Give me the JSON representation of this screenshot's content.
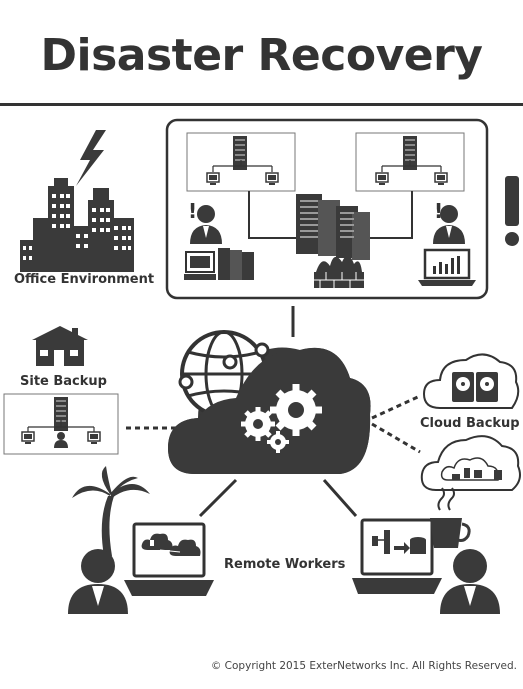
{
  "title": "Disaster Recovery",
  "labels": {
    "office": "Office Environment",
    "site": "Site Backup",
    "cloud": "Cloud Backup",
    "remote": "Remote Workers"
  },
  "copyright": "© Copyright 2015 ExterNetworks Inc. All Rights Reserved.",
  "colors": {
    "ink": "#3a3a3a",
    "line": "#333333",
    "background": "#ffffff"
  }
}
